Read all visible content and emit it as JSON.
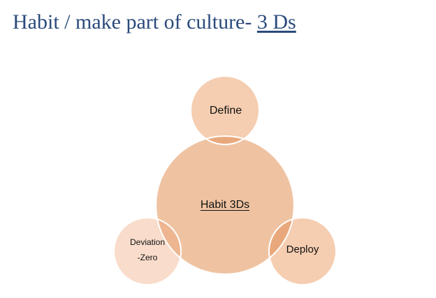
{
  "title": {
    "text": "Habit / make part of culture- ",
    "emphasis": "3 Ds"
  },
  "diagram": {
    "center": {
      "label": "Habit 3Ds"
    },
    "nodes": [
      {
        "label_lines": [
          "Define"
        ]
      },
      {
        "label_lines": [
          "Deploy"
        ]
      },
      {
        "label_lines": [
          "Deviation",
          "-Zero"
        ]
      }
    ]
  },
  "colors": {
    "title": "#2a4a7b",
    "center_fill": "#efc3a2",
    "node_fill": "#f5cdb0",
    "small_node_fill": "#f9dccb",
    "overlap_fill": "#e9a87c",
    "outline": "#ffffff"
  }
}
